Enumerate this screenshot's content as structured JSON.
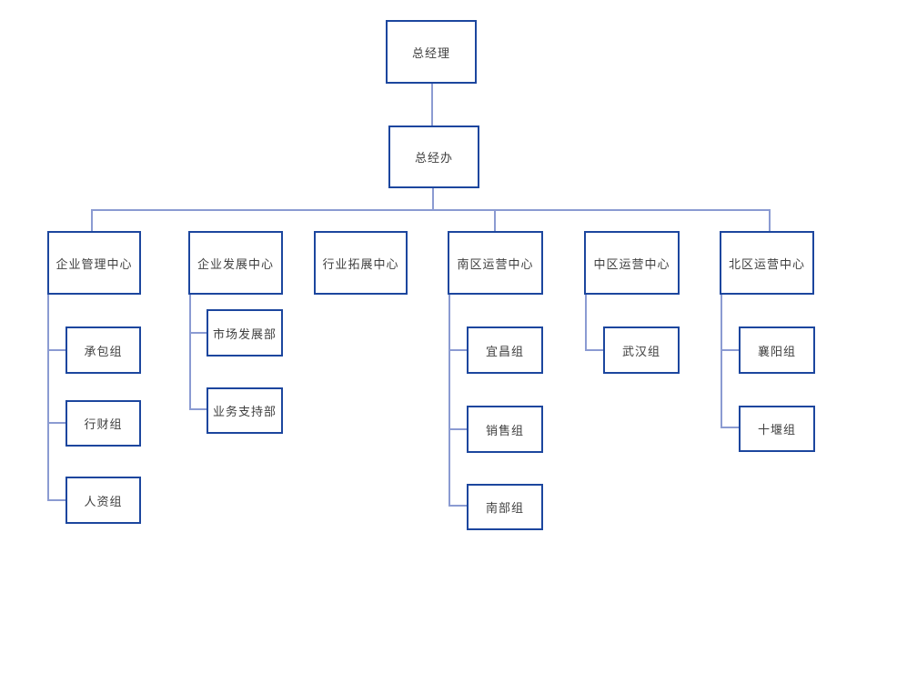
{
  "colors": {
    "canvas_bg": "#ffffff",
    "node_border": "#1c469e",
    "node_fill": "#ffffff",
    "connector": "#8b9bd2",
    "text": "#3f3f3f"
  },
  "org": {
    "root": {
      "label": "总经理"
    },
    "office": {
      "label": "总经办"
    },
    "centers": [
      {
        "label": "企业管理中心",
        "children": [
          {
            "label": "承包组"
          },
          {
            "label": "行财组"
          },
          {
            "label": "人资组"
          }
        ]
      },
      {
        "label": "企业发展中心",
        "children": [
          {
            "label": "市场发展部"
          },
          {
            "label": "业务支持部"
          }
        ]
      },
      {
        "label": "行业拓展中心",
        "children": []
      },
      {
        "label": "南区运营中心",
        "children": [
          {
            "label": "宜昌组"
          },
          {
            "label": "销售组"
          },
          {
            "label": "南部组"
          }
        ]
      },
      {
        "label": "中区运营中心",
        "children": [
          {
            "label": "武汉组"
          }
        ]
      },
      {
        "label": "北区运营中心",
        "children": [
          {
            "label": "襄阳组"
          },
          {
            "label": "十堰组"
          }
        ]
      }
    ]
  }
}
